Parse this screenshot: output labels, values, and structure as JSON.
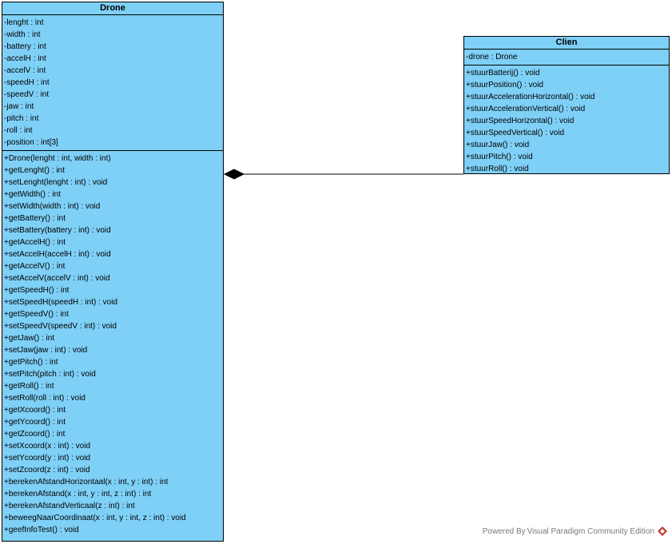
{
  "classes": {
    "drone": {
      "name": "Drone",
      "attributes": [
        "-lenght : int",
        "-width : int",
        "-battery : int",
        "-accelH : int",
        "-accelV : int",
        "-speedH : int",
        "-speedV : int",
        "-jaw : int",
        "-pitch : int",
        "-roll : int",
        "-position : int[3]"
      ],
      "operations": [
        "+Drone(lenght : int, width : int)",
        "+getLenght() : int",
        "+setLenght(lenght : int) : void",
        "+getWidth() : int",
        "+setWidth(width : int) : void",
        "+getBattery() : int",
        "+setBattery(battery : int) : void",
        "+getAccelH() : int",
        "+setAccelH(accelH : int) : void",
        "+getAccelV() : int",
        "+setAccelV(accelV : int) : void",
        "+getSpeedH() : int",
        "+setSpeedH(speedH : int) : void",
        "+getSpeedV() : int",
        "+setSpeedV(speedV : int) : void",
        "+getJaw() : int",
        "+setJaw(jaw : int) : void",
        "+getPitch() : int",
        "+setPitch(pitch : int) : void",
        "+getRoll() : int",
        "+setRoll(roll : int) : void",
        "+getXcoord() : int",
        "+getYcoord() : int",
        "+getZcoord() : int",
        "+setXcoord(x : int) : void",
        "+setYcoord(y : int) : void",
        "+setZcoord(z : int) : void",
        "+berekenAfstandHorizontaal(x : int, y : int) : int",
        "+berekenAfstand(x : int, y : int, z : int) : int",
        "+berekenAfstandVerticaal(z : int) : int",
        "+beweegNaarCoordinaat(x : int, y : int, z : int) : void",
        "+geefInfoTest() : void"
      ]
    },
    "clien": {
      "name": "Clien",
      "attributes": [
        "-drone : Drone"
      ],
      "operations": [
        "+stuurBatterij() : void",
        "+stuurPosition() : void",
        "+stuurAccelerationHorizontal() : void",
        "+stuurAccelerationVertical() : void",
        "+stuurSpeedHorizontal() : void",
        "+stuurSpeedVertical() : void",
        "+stuurJaw() : void",
        "+stuurPitch() : void",
        "+stuurRoll() : void"
      ]
    }
  },
  "association": {
    "type": "composition",
    "from": "Drone",
    "to": "Clien"
  },
  "watermark": {
    "text": "Powered By Visual Paradigm Community Edition",
    "logo_icon": "visual-paradigm-logo-icon"
  },
  "colors": {
    "class_fill": "#7ed0f6",
    "border": "#000000",
    "logo": "#c0392b"
  }
}
